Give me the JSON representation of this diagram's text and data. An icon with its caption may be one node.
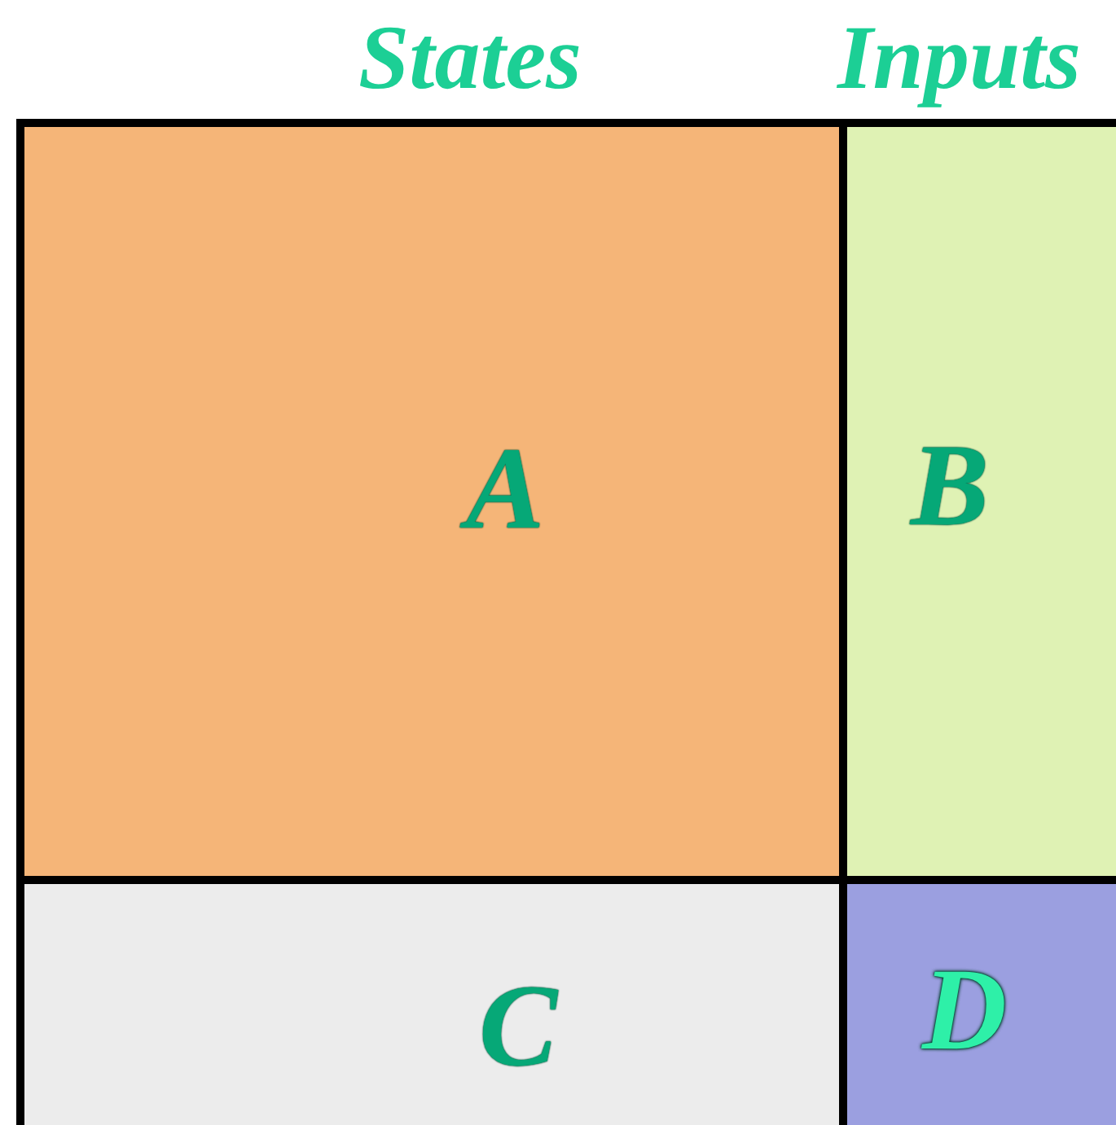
{
  "diagram": {
    "nodes": [
      {
        "text": [
          "A"
        ]
      },
      {
        "text": [
          "B"
        ]
      },
      {
        "text": [
          "C"
        ]
      },
      {
        "text": [
          "D"
        ]
      }
    ],
    "labels": [
      "States",
      "Inputs"
    ]
  }
}
